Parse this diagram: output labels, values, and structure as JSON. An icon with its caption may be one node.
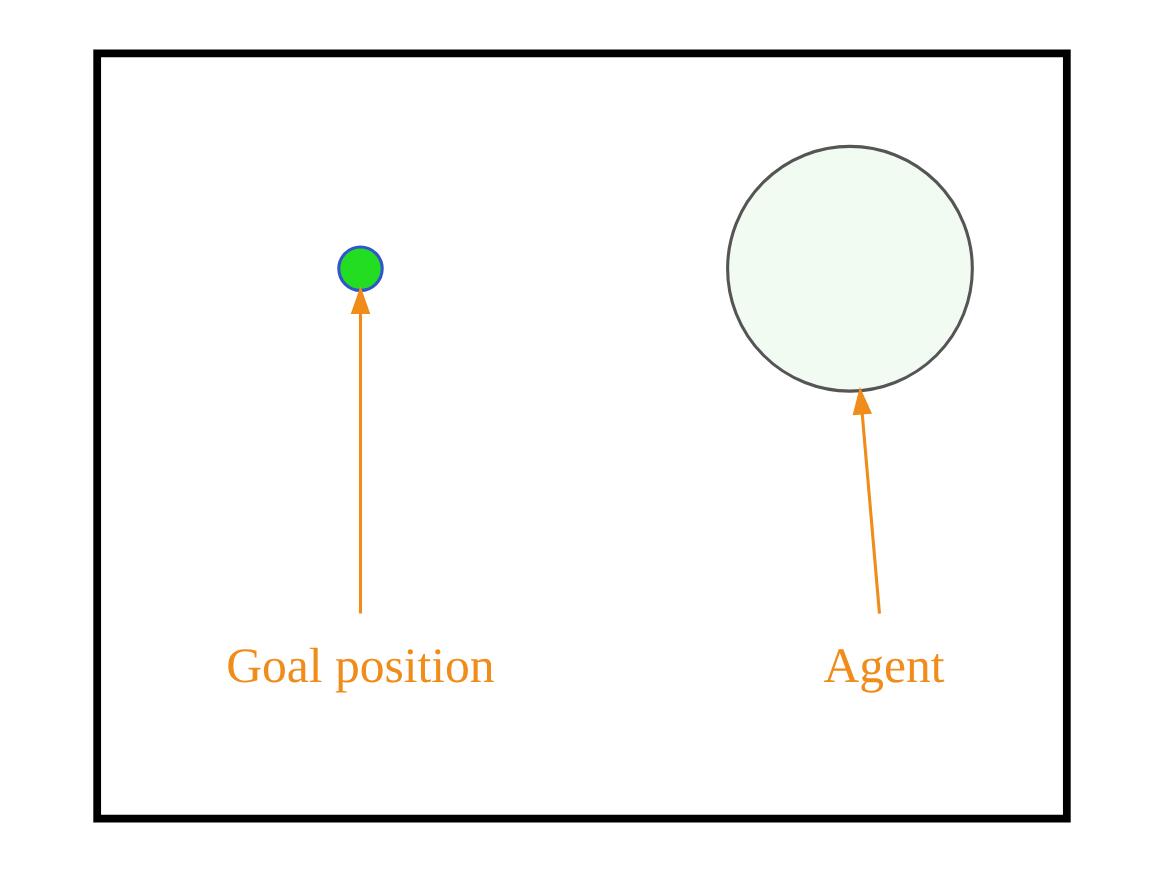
{
  "diagram": {
    "nodes": [
      {
        "text": [],
        "shape": "box"
      },
      {
        "text": [],
        "shape": "circle",
        "in": 0
      },
      {
        "text": [],
        "shape": "circle",
        "in": 0
      },
      {
        "text": [
          "Agent"
        ],
        "in": 0
      },
      {
        "text": [
          "Goal position"
        ],
        "in": 0
      }
    ],
    "edges": [
      {
        "from": 3,
        "to": 1,
        "arrow": "to"
      },
      {
        "from": 4,
        "to": 2,
        "arrow": "to"
      }
    ]
  }
}
